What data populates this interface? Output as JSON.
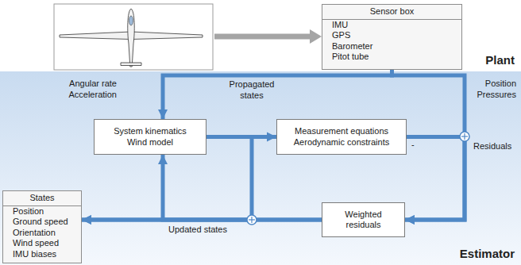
{
  "diagram": {
    "nodes": [
      {
        "text": [
          "Plant"
        ]
      },
      {
        "text": [
          "Sensor box",
          "IMU",
          "GPS",
          "Barometer",
          "Pitot tube"
        ],
        "in": 0
      },
      {
        "text": [
          "Estimator"
        ]
      },
      {
        "text": [
          "System kinematics Wind model"
        ],
        "in": 2
      },
      {
        "text": [
          "Measurement equations Aerodynamic constraints"
        ],
        "in": 2
      },
      {
        "text": [
          "Weighted residuals"
        ],
        "in": 2
      },
      {
        "text": [
          "States",
          "Position",
          "Ground speed",
          "Orientation",
          "Wind speed",
          "IMU biases"
        ],
        "in": 2
      }
    ],
    "edges": [
      {
        "from": 1,
        "to": 3,
        "arrow": "to"
      },
      {
        "from": 1,
        "to": 5,
        "arrow": "to"
      },
      {
        "from": 4,
        "to": 5,
        "arrow": "to"
      },
      {
        "from": 3,
        "to": 4,
        "arrow": "to"
      },
      {
        "from": 3,
        "to": 6,
        "arrow": "to"
      },
      {
        "from": 5,
        "to": 6,
        "arrow": "to"
      },
      {
        "from": 5,
        "to": 3,
        "arrow": "to"
      }
    ],
    "labels": [
      "Angular rate Acceleration",
      "Propagated states",
      "Position Pressures",
      "-",
      "Residuals",
      "Updated states"
    ]
  }
}
